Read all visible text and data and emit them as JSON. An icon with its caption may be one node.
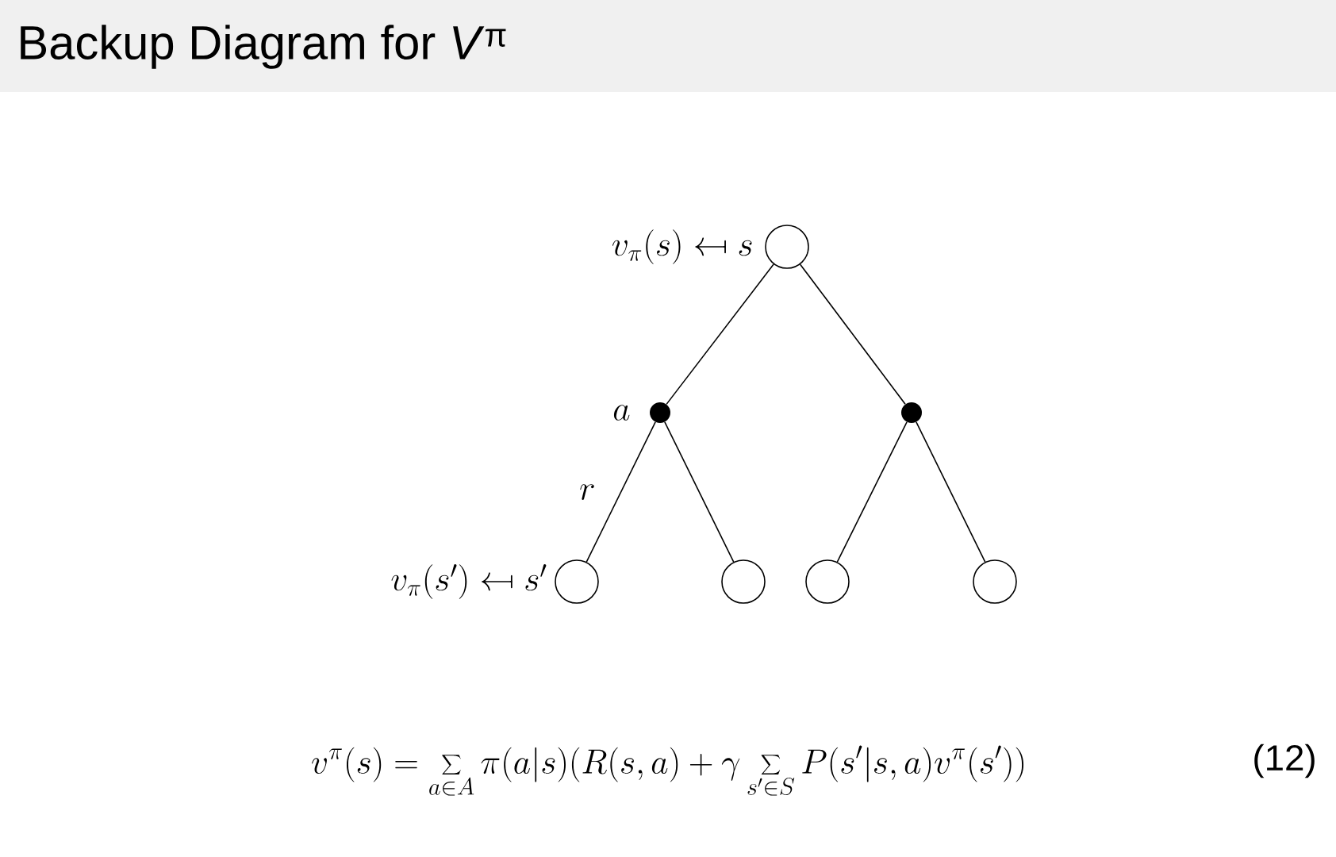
{
  "diagram": {
    "title": "Backup Diagram for *V*$^{π}$",
    "nodes": [
      {
        "text": [],
        "shape": "circle",
        "beside": [
          "v_\\pi(s) \\mapsfrom s"
        ]
      },
      {
        "text": [],
        "shape": "dot",
        "beside": [
          "a"
        ]
      },
      {
        "text": [],
        "shape": "dot"
      },
      {
        "text": [],
        "shape": "circle",
        "beside": [
          "v_\\pi(s') \\mapsfrom s'"
        ]
      },
      {
        "text": [],
        "shape": "circle"
      },
      {
        "text": [],
        "shape": "circle"
      },
      {
        "text": [],
        "shape": "circle"
      }
    ],
    "edges": [
      {
        "from": 0,
        "to": 1,
        "arrow": "none"
      },
      {
        "from": 0,
        "to": 2,
        "arrow": "none"
      },
      {
        "from": 1,
        "to": 3,
        "arrow": "none",
        "label": "r"
      },
      {
        "from": 1,
        "to": 4,
        "arrow": "none"
      },
      {
        "from": 2,
        "to": 5,
        "arrow": "none"
      },
      {
        "from": 2,
        "to": 6,
        "arrow": "none"
      }
    ],
    "labels": [
      "v^\\pi(s) = \\sum_{a\\in A}\\pi(a|s)(R(s,a)+\\gamma\\sum_{s'\\in S}P(s'|s,a)v^\\pi(s'))",
      "(12)"
    ]
  }
}
